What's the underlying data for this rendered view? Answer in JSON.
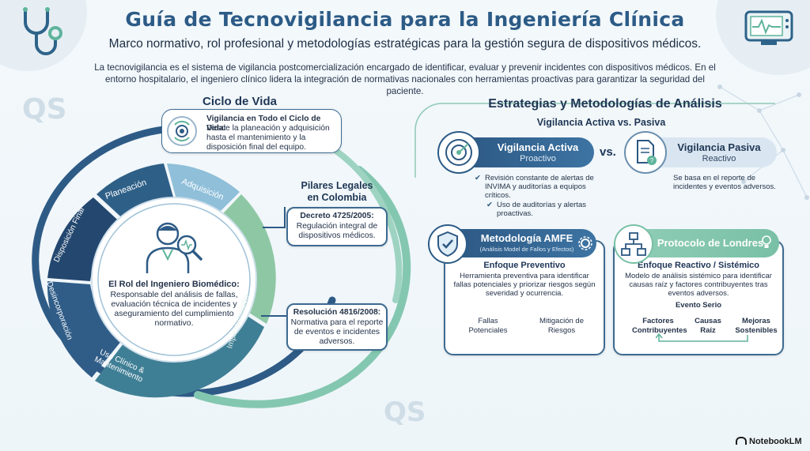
{
  "header": {
    "title": "Guía de Tecnovigilancia para la Ingeniería Clínica",
    "subtitle": "Marco normativo, rol profesional y metodologías estratégicas para la gestión segura de dispositivos médicos.",
    "intro": "La tecnovigilancia es el sistema de vigilancia postcomercialización encargado de identificar, evaluar y prevenir incidentes con dispositivos médicos. En el entorno hospitalario, el ingeniero clínico lidera la integración de normativas nacionales con herramientas proactivas para garantizar la seguridad del paciente."
  },
  "icons": {
    "left_corner": "stethoscope-icon",
    "right_corner": "monitor-icon"
  },
  "watermark": {
    "logo_text": "QS",
    "brand": "NotebookLM"
  },
  "lifecycle": {
    "title": "Ciclo de Vida",
    "callout_title": "Vigilancia en Todo el Ciclo de Vida:",
    "callout_text": "Desde la planeación y adquisición hasta el mantenimiento y la disposición final del equipo.",
    "segments": [
      "Planeación",
      "Adquisición",
      "Implementación",
      "Uso Clínico & Mantenimiento",
      "Desincorporación",
      "Disposición Final"
    ],
    "center_title": "El Rol del Ingeniero Biomédico:",
    "center_text": "Responsable del análisis de fallas, evaluación técnica de incidentes y aseguramiento del cumplimiento normativo."
  },
  "legal": {
    "title": "Pilares Legales en Colombia",
    "decree_title": "Decreto 4725/2005:",
    "decree_text": "Regulación integral de dispositivos médicos.",
    "resolution_title": "Resolución 4816/2008:",
    "resolution_text": "Normativa para el reporte de eventos e incidentes adversos."
  },
  "strategies": {
    "title": "Estrategias y Metodologías de Análisis",
    "subtitle": "Vigilancia Activa vs. Pasiva",
    "vs": "vs.",
    "active": {
      "title": "Vigilancia Activa",
      "subtitle": "Proactivo",
      "items": [
        "Revisión constante de alertas de INVIMA y auditorías a equipos críticos.",
        "Uso de auditorías y alertas proactivas."
      ]
    },
    "passive": {
      "title": "Vigilancia Pasiva",
      "subtitle": "Reactivo",
      "text": "Se basa en el reporte de incidentes y eventos adversos."
    },
    "amfe": {
      "title": "Metodología AMFE",
      "subtitle": "(Análisis Model de Fallos y Efectos)",
      "focus": "Enfoque Preventivo",
      "text": "Herramienta preventiva para identificar fallas potenciales y priorizar riesgos según severidad y ocurrencia.",
      "col1": "Fallas Potenciales",
      "col2": "Mitigación de Riesgos"
    },
    "london": {
      "title": "Protocolo de Londres",
      "focus": "Enfoque Reactivo / Sistémico",
      "text": "Modelo de análisis sistémico para identificar causas raíz y factores contribuyentes tras eventos adversos.",
      "event": "Evento Serio",
      "col1": "Factores Contribuyentes",
      "col2": "Causas Raíz",
      "col3": "Mejoras Sostenibles"
    }
  }
}
